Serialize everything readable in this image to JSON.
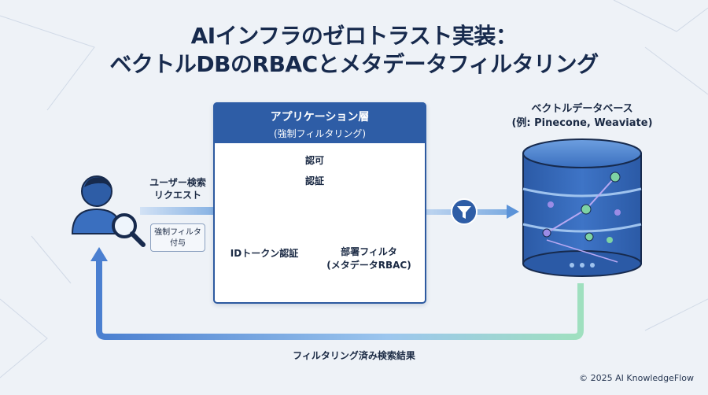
{
  "title": {
    "line1": "AIインフラのゼロトラスト実装：",
    "line2": "ベクトルDBのRBACとメタデータフィルタリング"
  },
  "request": {
    "label_line1": "ユーザー検索",
    "label_line2": "リクエスト",
    "badge_line1": "強制フィルタ",
    "badge_line2": "付与"
  },
  "app_layer": {
    "title": "アプリケーション層",
    "subtitle": "(強制フィルタリング)"
  },
  "flow_labels": {
    "authz": "認可",
    "authn": "認証"
  },
  "id_token": {
    "label": "IDトークン認証"
  },
  "dept_filter": {
    "label_line1": "部署フィルタ",
    "label_line2": "(メタデータRBAC)"
  },
  "vector_db": {
    "title": "ベクトルデータベース",
    "subtitle": "(例: Pinecone, Weaviate)"
  },
  "result": {
    "label": "フィルタリング済み検索結果"
  },
  "footer": {
    "copyright": "© 2025 AI KnowledgeFlow"
  },
  "icons": {
    "user": "user-search-icon",
    "id_card": "id-card-icon",
    "gear": "gear-icon",
    "filter": "funnel-icon",
    "database": "database-icon"
  },
  "colors": {
    "primary": "#2e5da6",
    "dark": "#172a4d",
    "accent_green": "#7ed3a4",
    "accent_purple": "#9b8ce6"
  }
}
